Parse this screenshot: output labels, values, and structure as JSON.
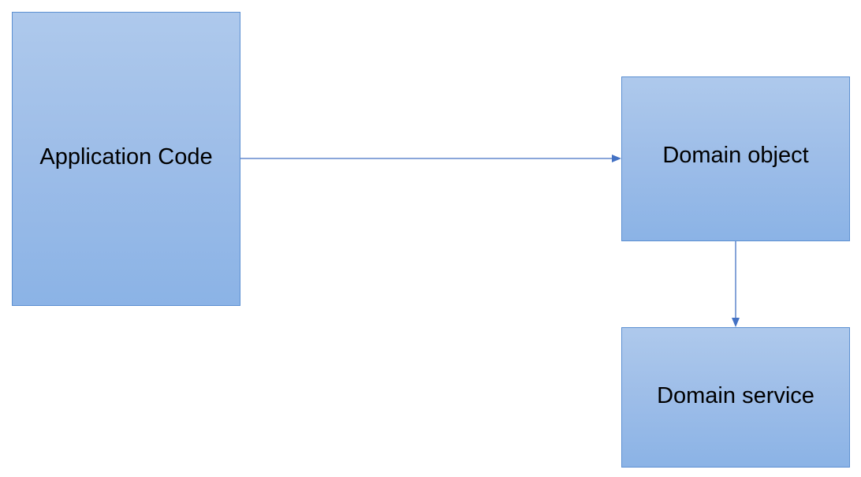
{
  "nodes": {
    "application_code": "Application Code",
    "domain_object": "Domain object",
    "domain_service": "Domain service"
  },
  "colors": {
    "box_fill_top": "#aec9ec",
    "box_fill_bottom": "#8bb3e6",
    "box_border": "#5b8fd1",
    "connector": "#4472c4"
  }
}
